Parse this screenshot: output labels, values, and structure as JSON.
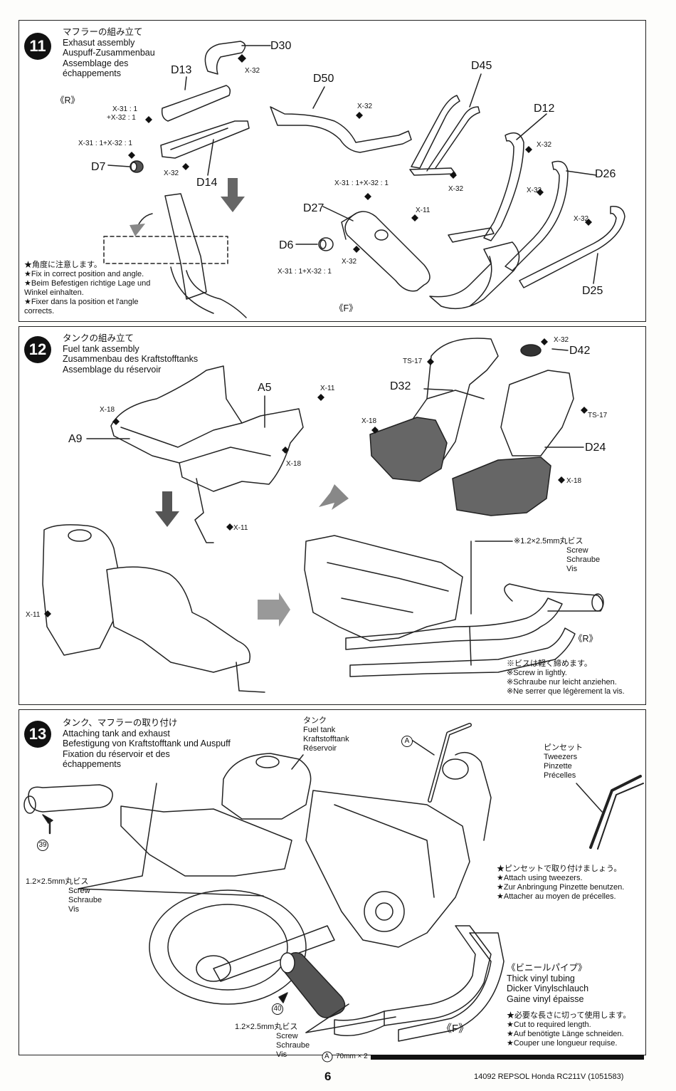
{
  "step11": {
    "number": "11",
    "title_jp": "マフラーの組み立て",
    "title_en": "Exhasut assembly",
    "title_de": "Auspuff-Zusammenbau",
    "title_fr1": "Assemblage des",
    "title_fr2": "échappements",
    "side_r": "《R》",
    "side_f": "《F》",
    "parts": {
      "d13": "D13",
      "d30": "D30",
      "d50": "D50",
      "d45": "D45",
      "d12": "D12",
      "d26": "D26",
      "d14": "D14",
      "d7": "D7",
      "d27": "D27",
      "d6": "D6",
      "d25": "D25"
    },
    "callouts": {
      "x32_top": "X-32",
      "x31_1": "X-31 : 1",
      "x32_1": "+X-32 : 1",
      "x31_x32": "X-31 : 1+X-32 : 1",
      "x32_d14": "X-32",
      "x32_d50": "X-32",
      "x31_x32_f": "X-31 : 1+X-32 : 1",
      "x32_d45": "X-32",
      "x11_f": "X-11",
      "x32_d6": "X-32",
      "x31_x32_d6": "X-31 : 1+X-32 : 1",
      "x32_d12": "X-32",
      "x32_d26": "X-32",
      "x32_d25": "X-32"
    },
    "note": [
      "★角度に注意します。",
      "★Fix in correct position and angle.",
      "★Beim Befestigen richtige Lage und",
      "Winkel einhalten.",
      "★Fixer dans la position et l'angle",
      "corrects."
    ]
  },
  "step12": {
    "number": "12",
    "title_jp": "タンクの組み立て",
    "title_en": "Fuel tank assembly",
    "title_de": "Zusammenbau des Kraftstofftanks",
    "title_fr": "Assemblage du réservoir",
    "parts": {
      "a5": "A5",
      "a9": "A9",
      "d32": "D32",
      "d42": "D42",
      "d24": "D24"
    },
    "callouts": {
      "x11a": "X-11",
      "x18a": "X-18",
      "x18b": "X-18",
      "x11b": "X-11",
      "x11c": "X-11",
      "ts17a": "TS-17",
      "x32": "X-32",
      "ts17b": "TS-17",
      "x18c": "X-18",
      "x18d": "X-18"
    },
    "screw": [
      "※1.2×2.5mm丸ビス",
      "Screw",
      "Schraube",
      "Vis"
    ],
    "side_r": "《R》",
    "tip": [
      "※ビスは軽く締めます。",
      "※Screw in lightly.",
      "※Schraube nur leicht anziehen.",
      "※Ne serrer que légèrement la vis."
    ]
  },
  "step13": {
    "number": "13",
    "title_jp": "タンク、マフラーの取り付け",
    "title_en": "Attaching tank and exhaust",
    "title_de": "Befestigung von Kraftstofftank und Auspuff",
    "title_fr1": "Fixation du réservoir et des",
    "title_fr2": "échappements",
    "tank": [
      "タンク",
      "Fuel tank",
      "Kraftstofftank",
      "Réservoir"
    ],
    "marker_a": "A",
    "tweezers": [
      "ピンセット",
      "Tweezers",
      "Pinzette",
      "Précelles"
    ],
    "tweezer_note": [
      "★ピンセットで取り付けましょう。",
      "★Attach using tweezers.",
      "★Zur Anbringung Pinzette benutzen.",
      "★Attacher au moyen de précelles."
    ],
    "screw_left": [
      "1.2×2.5mm丸ビス",
      "Screw",
      "Schraube",
      "Vis"
    ],
    "screw_bottom": [
      "1.2×2.5mm丸ビス",
      "Screw",
      "Schraube",
      "Vis"
    ],
    "num39": "39",
    "num40": "40",
    "vinyl": [
      "《ビニールパイプ》",
      "Thick vinyl tubing",
      "Dicker Vinylschlauch",
      "Gaine vinyl épaisse"
    ],
    "vinyl_note": [
      "★必要な長さに切って使用します。",
      "★Cut to required length.",
      "★Auf benötigte Länge schneiden.",
      "★Couper une longueur requise."
    ],
    "side_f": "《F》",
    "tubing_len": "70mm × 2"
  },
  "footer": {
    "page": "6",
    "code": "14092 REPSOL Honda RC211V (1051583)"
  }
}
